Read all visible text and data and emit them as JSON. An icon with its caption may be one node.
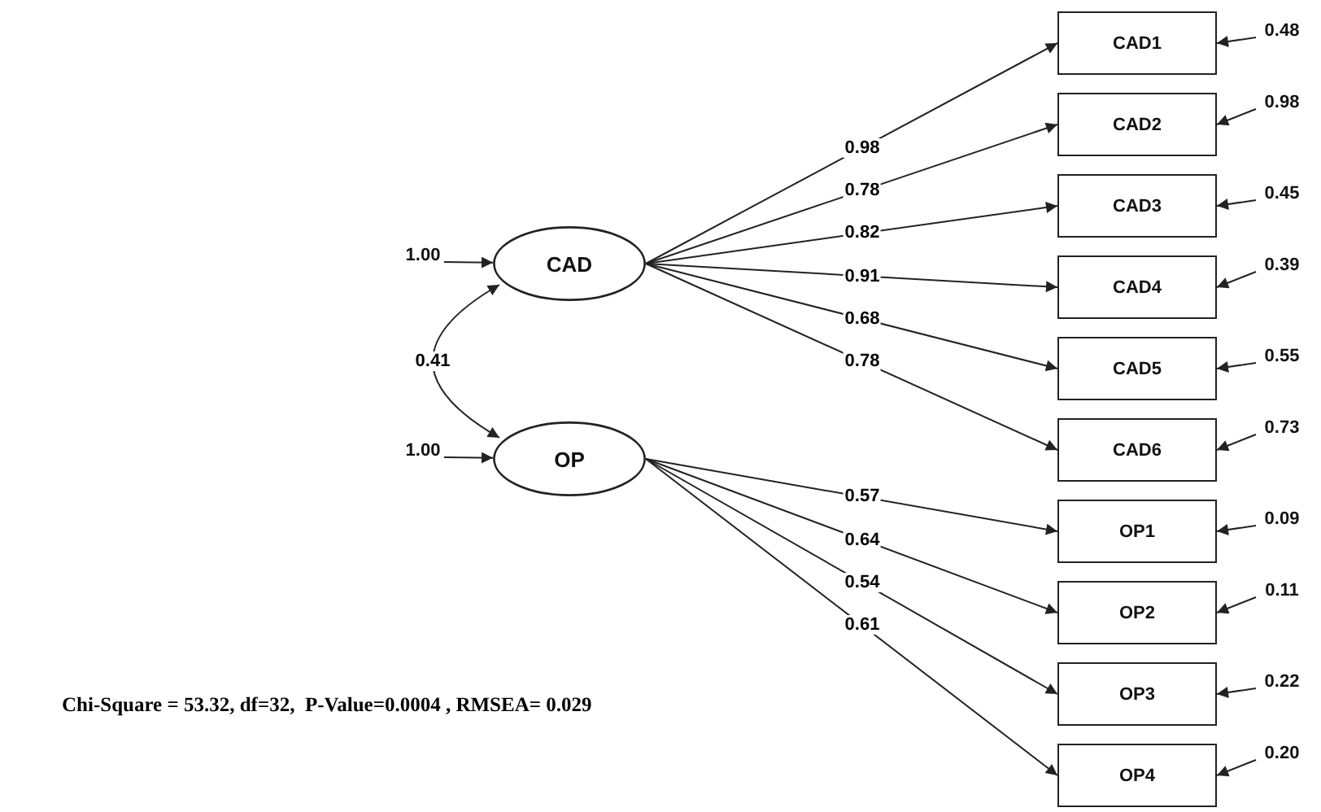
{
  "diagram": {
    "caption": "Chi-Square = 53.32, df=32,  P-Value=0.0004 , RMSEA= 0.029",
    "nodes": [
      {
        "text": [
          "CAD"
        ]
      },
      {
        "text": [
          "OP"
        ]
      },
      {
        "text": [
          "CAD1"
        ]
      },
      {
        "text": [
          "CAD2"
        ]
      },
      {
        "text": [
          "CAD3"
        ]
      },
      {
        "text": [
          "CAD4"
        ]
      },
      {
        "text": [
          "CAD5"
        ]
      },
      {
        "text": [
          "CAD6"
        ]
      },
      {
        "text": [
          "OP1"
        ]
      },
      {
        "text": [
          "OP2"
        ]
      },
      {
        "text": [
          "OP3"
        ]
      },
      {
        "text": [
          "OP4"
        ]
      },
      {
        "text": [
          "0.48"
        ]
      },
      {
        "text": [
          "0.98"
        ]
      },
      {
        "text": [
          "0.45"
        ]
      },
      {
        "text": [
          "0.39"
        ]
      },
      {
        "text": [
          "0.55"
        ]
      },
      {
        "text": [
          "0.73"
        ]
      },
      {
        "text": [
          "0.09"
        ]
      },
      {
        "text": [
          "0.11"
        ]
      },
      {
        "text": [
          "0.22"
        ]
      },
      {
        "text": [
          "0.20"
        ]
      },
      {
        "text": [
          "1.00"
        ]
      },
      {
        "text": [
          "1.00"
        ]
      }
    ],
    "edges": [
      {
        "from": 0,
        "to": 2,
        "arrow": "to",
        "label": "0.98"
      },
      {
        "from": 0,
        "to": 3,
        "arrow": "to",
        "label": "0.78"
      },
      {
        "from": 0,
        "to": 4,
        "arrow": "to",
        "label": "0.82"
      },
      {
        "from": 0,
        "to": 5,
        "arrow": "to",
        "label": "0.91"
      },
      {
        "from": 0,
        "to": 6,
        "arrow": "to",
        "label": "0.68"
      },
      {
        "from": 0,
        "to": 7,
        "arrow": "to",
        "label": "0.78"
      },
      {
        "from": 1,
        "to": 8,
        "arrow": "to",
        "label": "0.57"
      },
      {
        "from": 1,
        "to": 9,
        "arrow": "to",
        "label": "0.64"
      },
      {
        "from": 1,
        "to": 10,
        "arrow": "to",
        "label": "0.54"
      },
      {
        "from": 1,
        "to": 11,
        "arrow": "to",
        "label": "0.61"
      },
      {
        "from": 12,
        "to": 2,
        "arrow": "to"
      },
      {
        "from": 13,
        "to": 3,
        "arrow": "to"
      },
      {
        "from": 14,
        "to": 4,
        "arrow": "to"
      },
      {
        "from": 15,
        "to": 5,
        "arrow": "to"
      },
      {
        "from": 16,
        "to": 6,
        "arrow": "to"
      },
      {
        "from": 17,
        "to": 7,
        "arrow": "to"
      },
      {
        "from": 18,
        "to": 8,
        "arrow": "to"
      },
      {
        "from": 19,
        "to": 9,
        "arrow": "to"
      },
      {
        "from": 20,
        "to": 10,
        "arrow": "to"
      },
      {
        "from": 21,
        "to": 11,
        "arrow": "to"
      },
      {
        "from": 22,
        "to": 0,
        "arrow": "to"
      },
      {
        "from": 23,
        "to": 1,
        "arrow": "to"
      },
      {
        "from": 0,
        "to": 1,
        "arrow": "both",
        "label": "0.41"
      }
    ]
  }
}
